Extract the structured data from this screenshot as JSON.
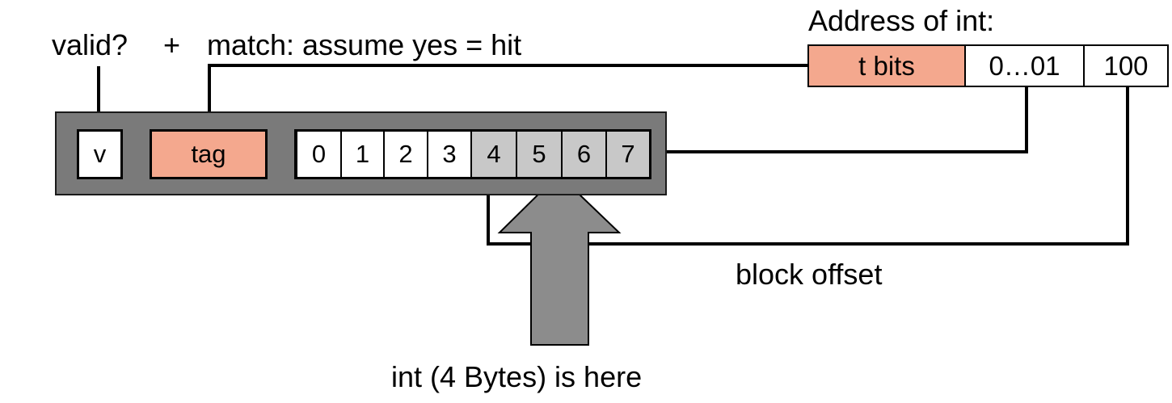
{
  "labels": {
    "valid": "valid?",
    "plus": "+",
    "match": "match: assume yes = hit",
    "address_title": "Address of int:",
    "block_offset": "block offset",
    "int_here": "int (4 Bytes) is here"
  },
  "cache_line": {
    "valid_cell": "v",
    "tag_cell": "tag",
    "bytes": [
      "0",
      "1",
      "2",
      "3",
      "4",
      "5",
      "6",
      "7"
    ],
    "highlighted_bytes": [
      "4",
      "5",
      "6",
      "7"
    ]
  },
  "address": {
    "tag_bits": "t bits",
    "index": "0…01",
    "offset": "100"
  },
  "colors": {
    "tag_fill": "#f4a88e",
    "line_fill": "#7a7a7a",
    "byte_highlight": "#c8c8c8",
    "arrow_fill": "#8c8c8c"
  }
}
